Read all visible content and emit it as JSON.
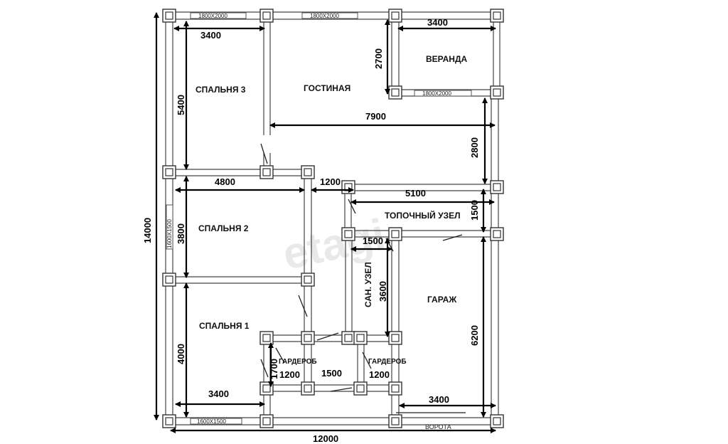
{
  "watermark": "etagi",
  "rooms": {
    "bedroom3": "СПАЛЬНЯ 3",
    "living": "ГОСТИНАЯ",
    "veranda": "ВЕРАНДА",
    "bedroom2": "СПАЛЬНЯ 2",
    "boiler": "ТОПОЧНЫЙ УЗЕЛ",
    "bathroom": "САН. УЗЕЛ",
    "garage": "ГАРАЖ",
    "bedroom1": "СПАЛЬНЯ 1",
    "wardrobe_left": "ГАРДЕРОБ",
    "wardrobe_right": "ГАРДЕРОБ",
    "gate": "ВОРОТА"
  },
  "windows": {
    "top_left": "1800Х2000",
    "top_middle": "1800Х2000",
    "veranda": "1800Х2000",
    "left_side": "1600Х1500",
    "bottom_left": "1600Х1500"
  },
  "dimensions": {
    "total_width": "12000",
    "total_height": "14000",
    "bedroom3_width": "3400",
    "bedroom3_height": "5400",
    "veranda_width": "3400",
    "veranda_height": "2700",
    "living_width": "7900",
    "right_segment": "2800",
    "bedroom2_width": "4800",
    "bedroom2_height": "3800",
    "corridor": "1200",
    "boiler_width": "5100",
    "boiler_height": "1500",
    "bath_top": "1500",
    "bath_height": "3600",
    "garage_height": "6200",
    "bedroom1_height": "4000",
    "wardrobe_height": "1700",
    "wardrobe_left_width": "1200",
    "middle_width": "1500",
    "wardrobe_right_width": "1200",
    "bottom_left_width": "3400",
    "bottom_right_width": "3400"
  }
}
